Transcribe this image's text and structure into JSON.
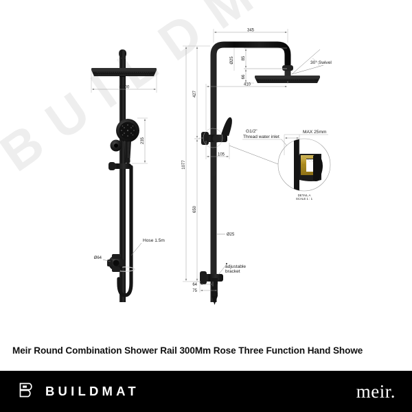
{
  "page": {
    "background": "#ffffff",
    "watermark_text": "BUILDMAT"
  },
  "title_bar": {
    "product_title": "Meir Round Combination Shower Rail 300Mm Rose Three Function Hand Showe"
  },
  "footer": {
    "background": "#000000",
    "buildmat_wordmark": "BUILDMAT",
    "buildmat_mark_icon": "buildmat-b-mark-icon",
    "meir_wordmark": "meir."
  },
  "drawing": {
    "left_view": {
      "name": "front-elevation",
      "labels": {
        "rose_diameter": "Ø300",
        "handshower_length": "235",
        "bracket_diameter": "Ø64",
        "hose": "Hose 1.5m"
      }
    },
    "right_view": {
      "name": "side-elevation",
      "labels": {
        "arm_reach": "345",
        "rail_diameter_top": "Ø25",
        "arm_drop_upper": "85",
        "arm_drop_lower": "66",
        "rose_centre": "410",
        "height_to_arm": "427",
        "overall_height": "1077",
        "height_to_inlet": "650",
        "inlet_offset": "105",
        "rail_diameter_lower": "Ø25",
        "bracket_height": "64",
        "bracket_width": "75",
        "swivel_note": "30° Swivel",
        "inlet_note_line1": "G1/2\"",
        "inlet_note_line2": "Thread water inlet",
        "adjustable_note_line1": "adjustable",
        "adjustable_note_line2": "bracket"
      }
    },
    "detail_view": {
      "name": "detail-a",
      "labels": {
        "max_depth": "MAX 25mm",
        "caption_line1": "DETAIL A",
        "caption_line2": "SCALE 1 : 1"
      },
      "colors": {
        "brass": "#b5932f",
        "body": "#1c1c1c"
      }
    }
  }
}
